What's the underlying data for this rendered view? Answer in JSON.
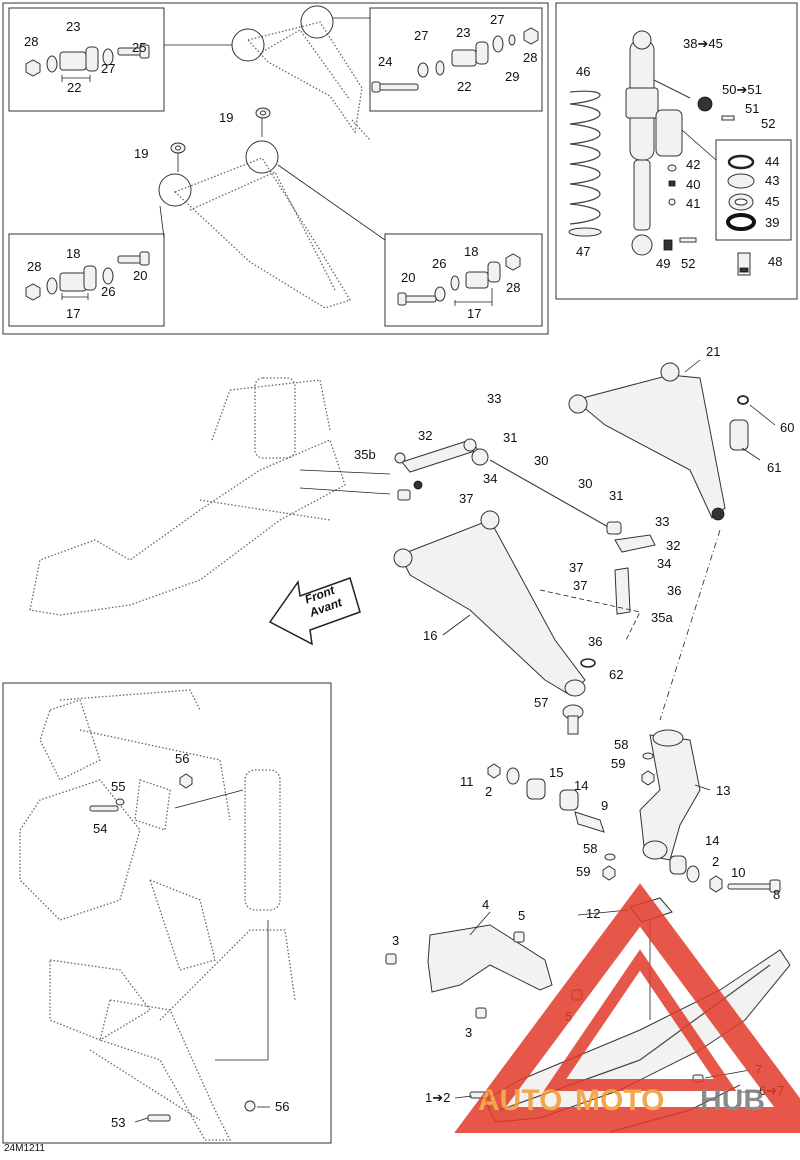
{
  "diagram_code": "24M1211",
  "direction_label": {
    "line1": "Front",
    "line2": "Avant"
  },
  "watermark": {
    "text_a": "AUTO",
    "text_b": "MOTO",
    "text_c": "HUB",
    "color_red": "#e23a2a",
    "color_orange": "#f29a2e"
  },
  "callouts": {
    "c1_2": "1➔2",
    "c2": "2",
    "c3": "3",
    "c4": "4",
    "c5": "5",
    "c6_7": "6➔7",
    "c7": "7",
    "c8": "8",
    "c9": "9",
    "c10": "10",
    "c11": "11",
    "c12": "12",
    "c13": "13",
    "c14": "14",
    "c15": "15",
    "c16": "16",
    "c17": "17",
    "c18": "18",
    "c19": "19",
    "c20": "20",
    "c21": "21",
    "c22": "22",
    "c23": "23",
    "c24": "24",
    "c25": "25",
    "c26": "26",
    "c27": "27",
    "c28": "28",
    "c29": "29",
    "c30": "30",
    "c31": "31",
    "c32": "32",
    "c33": "33",
    "c34": "34",
    "c35a": "35a",
    "c35b": "35b",
    "c36": "36",
    "c37": "37",
    "c38_45": "38➔45",
    "c39": "39",
    "c40": "40",
    "c41": "41",
    "c42": "42",
    "c43": "43",
    "c44": "44",
    "c45": "45",
    "c46": "46",
    "c47": "47",
    "c48": "48",
    "c49": "49",
    "c50_51": "50➔51",
    "c51": "51",
    "c52": "52",
    "c53": "53",
    "c54": "54",
    "c55": "55",
    "c56": "56",
    "c57": "57",
    "c58": "58",
    "c59": "59",
    "c60": "60",
    "c61": "61",
    "c62": "62"
  }
}
